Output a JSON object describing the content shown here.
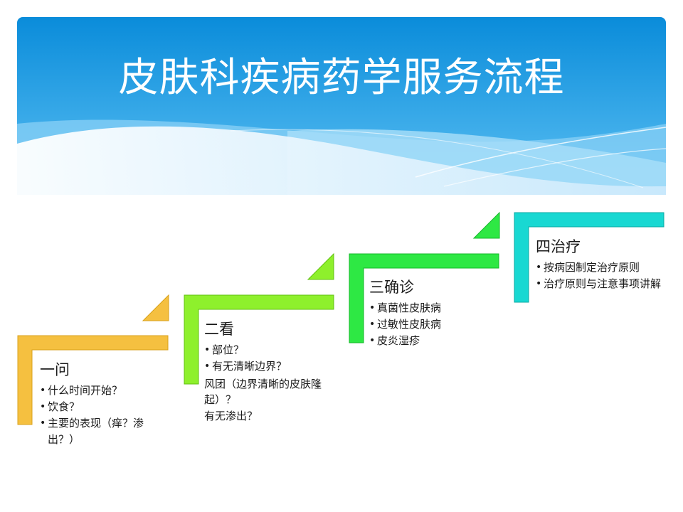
{
  "title": "皮肤科疾病药学服务流程",
  "colors": {
    "banner_top": "#0d8fdc",
    "banner_bottom": "#6ec6f5",
    "step1": "#f5c040",
    "step2": "#8ef02c",
    "step3": "#2ee844",
    "step4": "#18d8d2"
  },
  "steps": [
    {
      "heading": "一问",
      "items": [
        "什么时间开始？",
        "饮食？",
        "主要的表现（痒？渗出？）"
      ]
    },
    {
      "heading": "二看",
      "items": [
        "部位？",
        "有无清晰边界？"
      ],
      "extra": [
        "风团（边界清晰的皮肤隆起）？",
        "有无渗出？"
      ]
    },
    {
      "heading": "三确诊",
      "items": [
        "真菌性皮肤病",
        "过敏性皮肤病",
        "皮炎湿疹"
      ]
    },
    {
      "heading": "四治疗",
      "items": [
        "按病因制定治疗原则",
        "治疗原则与注意事项讲解"
      ]
    }
  ]
}
